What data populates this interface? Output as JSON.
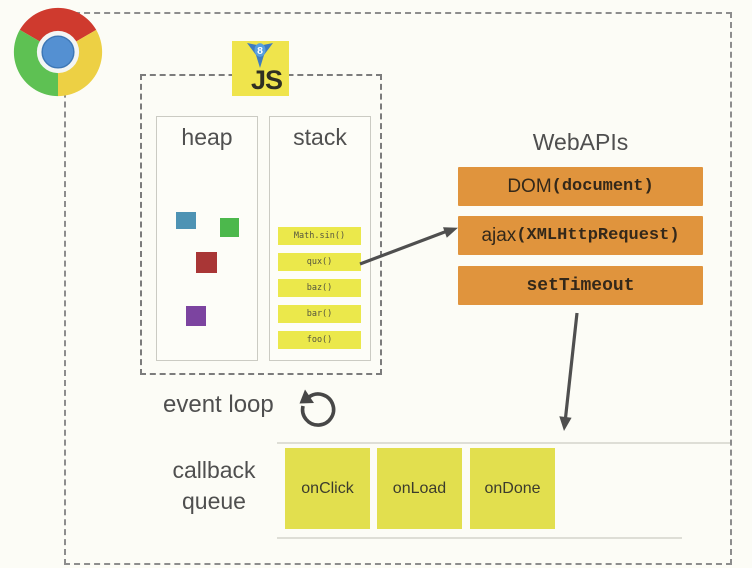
{
  "diagram_title": "JavaScript runtime / event loop diagram",
  "colors": {
    "js_yellow": "#efe44c",
    "stack_bar_yellow": "#ebe84b",
    "queue_yellow": "#e2df4e",
    "webapi_orange": "#e0943d",
    "heap_blue": "#4e93b4",
    "heap_green": "#4cb84c",
    "heap_red": "#a93636",
    "heap_purple": "#7c44a0"
  },
  "browser": {
    "logo": "chrome"
  },
  "runtime": {
    "logo_text": "JS",
    "v8_badge": "8",
    "heap_title": "heap",
    "stack_title": "stack",
    "stack_frames": [
      "Math.sin()",
      "qux()",
      "baz()",
      "bar()",
      "foo()"
    ],
    "heap_blocks": [
      {
        "name": "heap-block-blue",
        "color": "#4e93b4"
      },
      {
        "name": "heap-block-green",
        "color": "#4cb84c"
      },
      {
        "name": "heap-block-red",
        "color": "#a93636"
      },
      {
        "name": "heap-block-purple",
        "color": "#7c44a0"
      }
    ]
  },
  "webapis": {
    "title": "WebAPIs",
    "items": [
      {
        "prefix": "DOM ",
        "mono": "(document)"
      },
      {
        "prefix": "ajax ",
        "mono": "(XMLHttpRequest)"
      },
      {
        "prefix": "",
        "mono": "setTimeout"
      }
    ]
  },
  "event_loop": {
    "label": "event loop"
  },
  "callback_queue": {
    "label_line1": "callback",
    "label_line2": "queue",
    "items": [
      "onClick",
      "onLoad",
      "onDone"
    ]
  }
}
